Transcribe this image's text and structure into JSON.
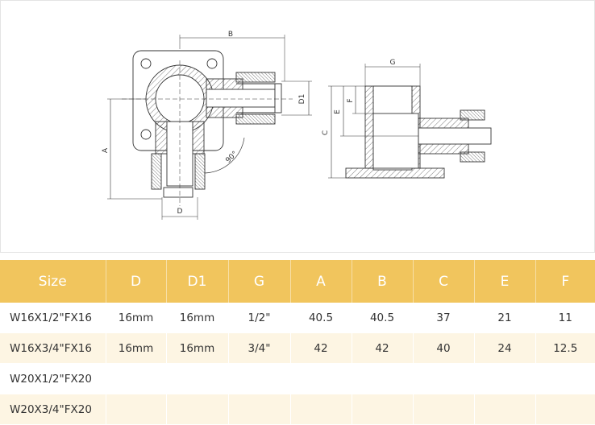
{
  "drawing": {
    "dims_front": {
      "b": "B",
      "d1": "D1",
      "a": "A",
      "d": "D",
      "angle": "90°"
    },
    "dims_side": {
      "g": "G",
      "c": "C",
      "e": "E",
      "f": "F"
    }
  },
  "table": {
    "headers": [
      "Size",
      "D",
      "D1",
      "G",
      "A",
      "B",
      "C",
      "E",
      "F"
    ],
    "rows": [
      [
        "W16X1/2\"FX16",
        "16mm",
        "16mm",
        "1/2\"",
        "40.5",
        "40.5",
        "37",
        "21",
        "11"
      ],
      [
        "W16X3/4\"FX16",
        "16mm",
        "16mm",
        "3/4\"",
        "42",
        "42",
        "40",
        "24",
        "12.5"
      ],
      [
        "W20X1/2\"FX20",
        "",
        "",
        "",
        "",
        "",
        "",
        "",
        ""
      ],
      [
        "W20X3/4\"FX20",
        "",
        "",
        "",
        "",
        "",
        "",
        "",
        ""
      ]
    ]
  },
  "colors": {
    "header_bg": "#f1c55d",
    "row_alt_bg": "#fdf5e3",
    "line": "#333333",
    "hatch": "#555555"
  }
}
